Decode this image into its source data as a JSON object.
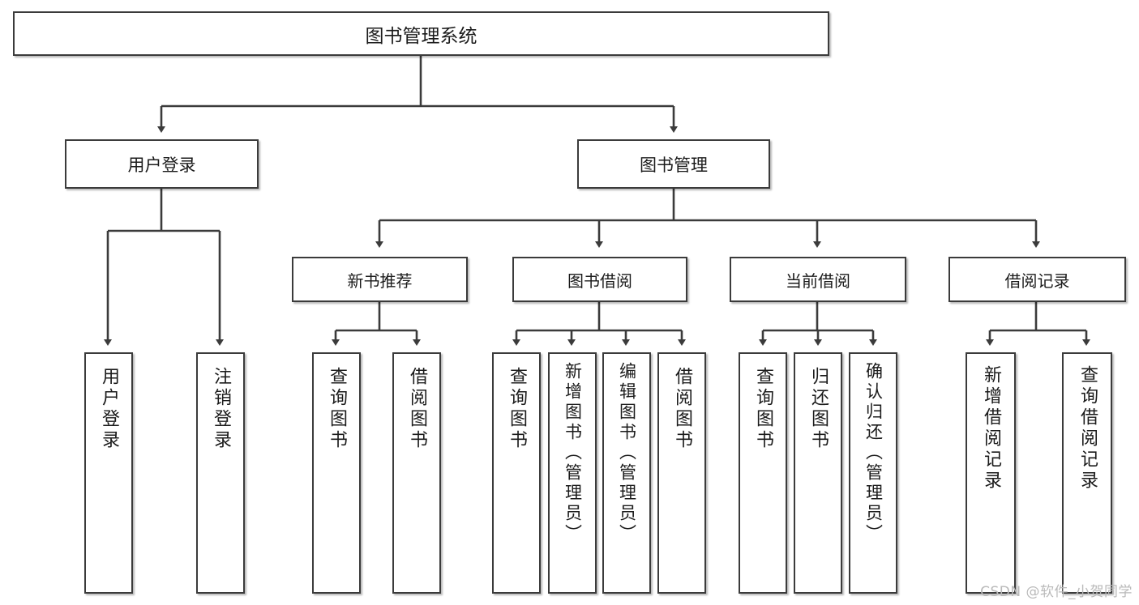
{
  "diagram": {
    "type": "tree",
    "title": "图书管理系统",
    "background": "#ffffff",
    "border_color": "#3b3b3b",
    "text_color": "#1b1b1b",
    "root": {
      "label": "图书管理系统"
    },
    "level2": [
      {
        "label": "用户登录"
      },
      {
        "label": "图书管理"
      }
    ],
    "level3": [
      {
        "label": "新书推荐"
      },
      {
        "label": "图书借阅"
      },
      {
        "label": "当前借阅"
      },
      {
        "label": "借阅记录"
      }
    ],
    "leaves": {
      "user_login": [
        {
          "label": "用户登录"
        },
        {
          "label": "注销登录"
        }
      ],
      "new_books": [
        {
          "label": "查询图书"
        },
        {
          "label": "借阅图书"
        }
      ],
      "book_borrow": [
        {
          "label": "查询图书"
        },
        {
          "label": "新增图书（管理员）"
        },
        {
          "label": "编辑图书（管理员）"
        },
        {
          "label": "借阅图书"
        }
      ],
      "current_borrow": [
        {
          "label": "查询图书"
        },
        {
          "label": "归还图书"
        },
        {
          "label": "确认归还（管理员）"
        }
      ],
      "borrow_records": [
        {
          "label": "新增借阅记录"
        },
        {
          "label": "查询借阅记录"
        }
      ]
    }
  },
  "watermark": {
    "text": "CSDN @软件_小贺同学"
  }
}
